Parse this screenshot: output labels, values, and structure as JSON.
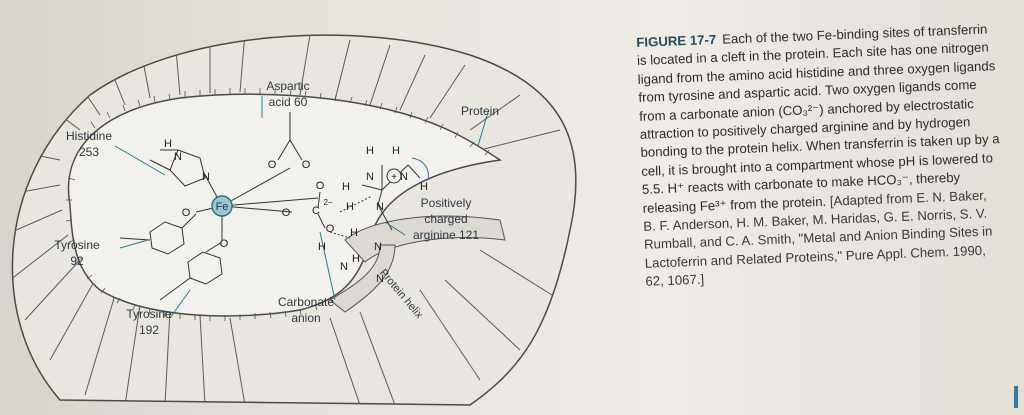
{
  "figure": {
    "labels": {
      "aspartic": "Aspartic\nacid 60",
      "protein": "Protein",
      "histidine": "Histidine\n253",
      "tyrosine92": "Tyrosine\n92",
      "tyrosine192": "Tyrosine\n192",
      "carbonate": "Carbonate\nanion",
      "arginine": "Positively\ncharged\narginine 121",
      "helix": "Protein helix"
    },
    "atoms": {
      "fe": "Fe",
      "h": "H",
      "n": "N",
      "o": "O",
      "c2": "C",
      "charge": "2−",
      "plus": "+"
    }
  },
  "caption": {
    "label": "FIGURE 17-7",
    "text": "Each of the two Fe-binding sites of transferrin is located in a cleft in the protein. Each site has one nitrogen ligand from the amino acid histidine and three oxygen ligands from tyrosine and aspartic acid. Two oxygen ligands come from a carbonate anion (CO₃²⁻) anchored by electrostatic attraction to positively charged arginine and by hydrogen bonding to the protein helix. When transferrin is taken up by a cell, it is brought into a compartment whose pH is lowered to 5.5. H⁺ reacts with carbonate to make HCO₃⁻, thereby releasing Fe³⁺ from the protein.",
    "source": "[Adapted from E. N. Baker, B. F. Anderson, H. M. Baker, M. Haridas, G. E. Norris, S. V. Rumball, and C. A. Smith, \"Metal and Anion Binding Sites in Lactoferrin and Related Proteins,\" Pure Appl. Chem. 1990, 62, 1067.]"
  }
}
